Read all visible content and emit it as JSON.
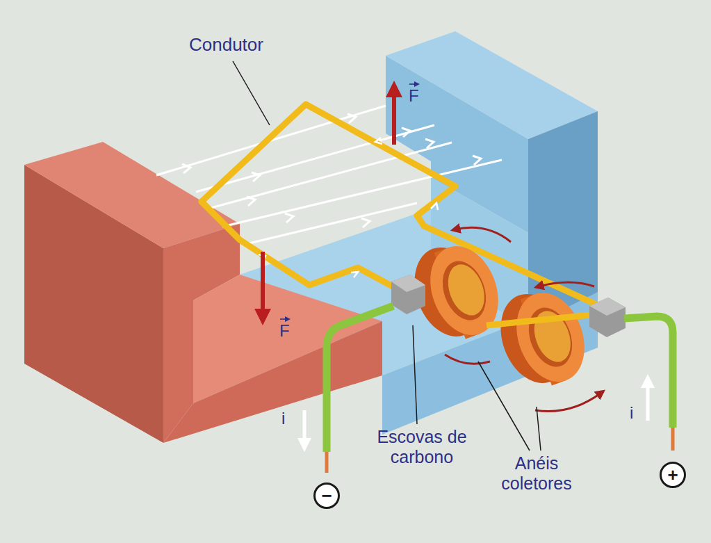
{
  "diagram": {
    "nodes": [
      {
        "text": [
          "−"
        ]
      },
      {
        "text": [
          "+"
        ]
      }
    ],
    "labels": [
      "Condutor",
      "F",
      "F",
      "i",
      "i",
      "Escovas de carbono",
      "Anéis coletores"
    ]
  }
}
